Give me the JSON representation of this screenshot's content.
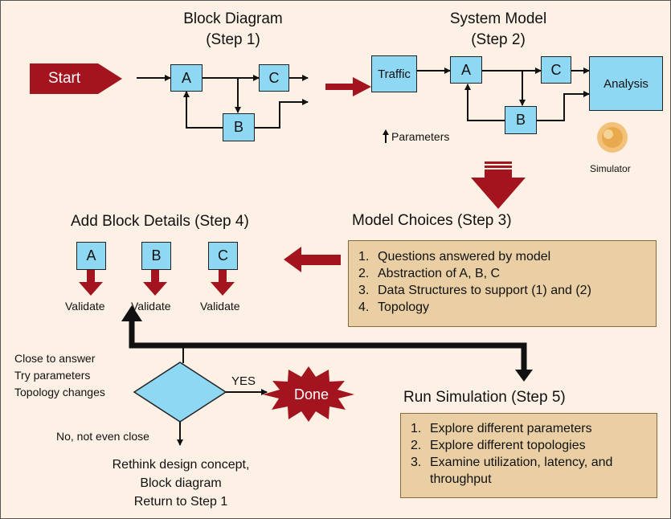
{
  "step1": {
    "title": "Block Diagram",
    "subtitle": "(Step 1)"
  },
  "step2": {
    "title": "System Model",
    "subtitle": "(Step 2)"
  },
  "start_label": "Start",
  "blocks": {
    "a": "A",
    "b": "B",
    "c": "C"
  },
  "model": {
    "traffic": "Traffic",
    "analysis": "Analysis",
    "parameters": "Parameters",
    "simulator": "Simulator"
  },
  "step3": {
    "title": "Model Choices (Step 3)",
    "items": [
      {
        "n": "1.",
        "text": "Questions answered by model"
      },
      {
        "n": "2.",
        "text": "Abstraction of A, B, C"
      },
      {
        "n": "3.",
        "text": "Data Structures to support (1) and (2)"
      },
      {
        "n": "4.",
        "text": "Topology"
      }
    ]
  },
  "step4": {
    "title": "Add Block Details (Step 4)",
    "validate": "Validate"
  },
  "decision": {
    "close_lines": [
      "Close to answer",
      "Try parameters",
      "Topology changes"
    ],
    "yes": "YES",
    "done": "Done",
    "no": "No, not even close",
    "rethink": [
      "Rethink design concept,",
      "Block diagram",
      "Return to Step 1"
    ]
  },
  "step5": {
    "title": "Run Simulation (Step 5)",
    "items": [
      {
        "n": "1.",
        "text": "Explore different parameters"
      },
      {
        "n": "2.",
        "text": "Explore different topologies"
      },
      {
        "n": "3.",
        "text": "Examine utilization, latency, and",
        "cont": "throughput"
      }
    ]
  },
  "colors": {
    "arrow_red": "#a3141e",
    "block_fill": "#8fd8f4",
    "panel_fill": "#e9cfa3",
    "background": "#fdf0e5"
  }
}
